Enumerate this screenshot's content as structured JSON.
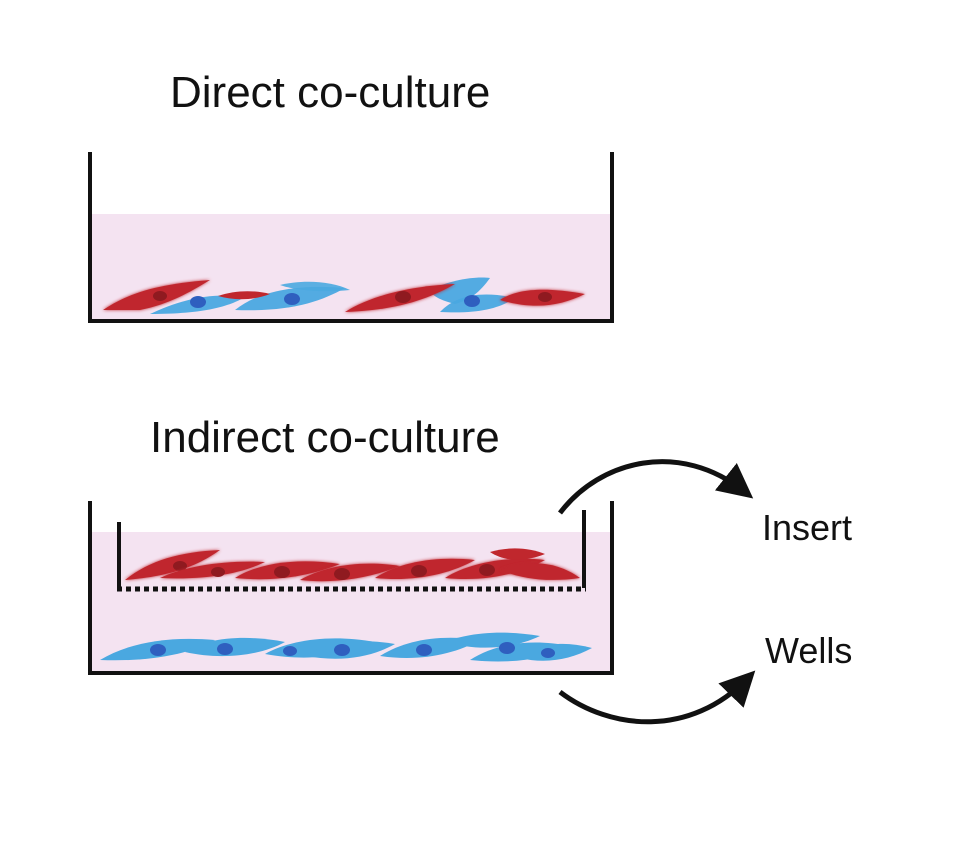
{
  "titles": {
    "direct": "Direct co-culture",
    "indirect": "Indirect co-culture"
  },
  "labels": {
    "insert": "Insert",
    "wells": "Wells"
  },
  "colors": {
    "medium": "#f4e3f1",
    "red_cell": "#c0272d",
    "red_cell_nucleus": "#8f1a20",
    "blue_cell": "#4aa8e0",
    "blue_cell_nucleus": "#2f5fbf",
    "outline": "#111111"
  }
}
